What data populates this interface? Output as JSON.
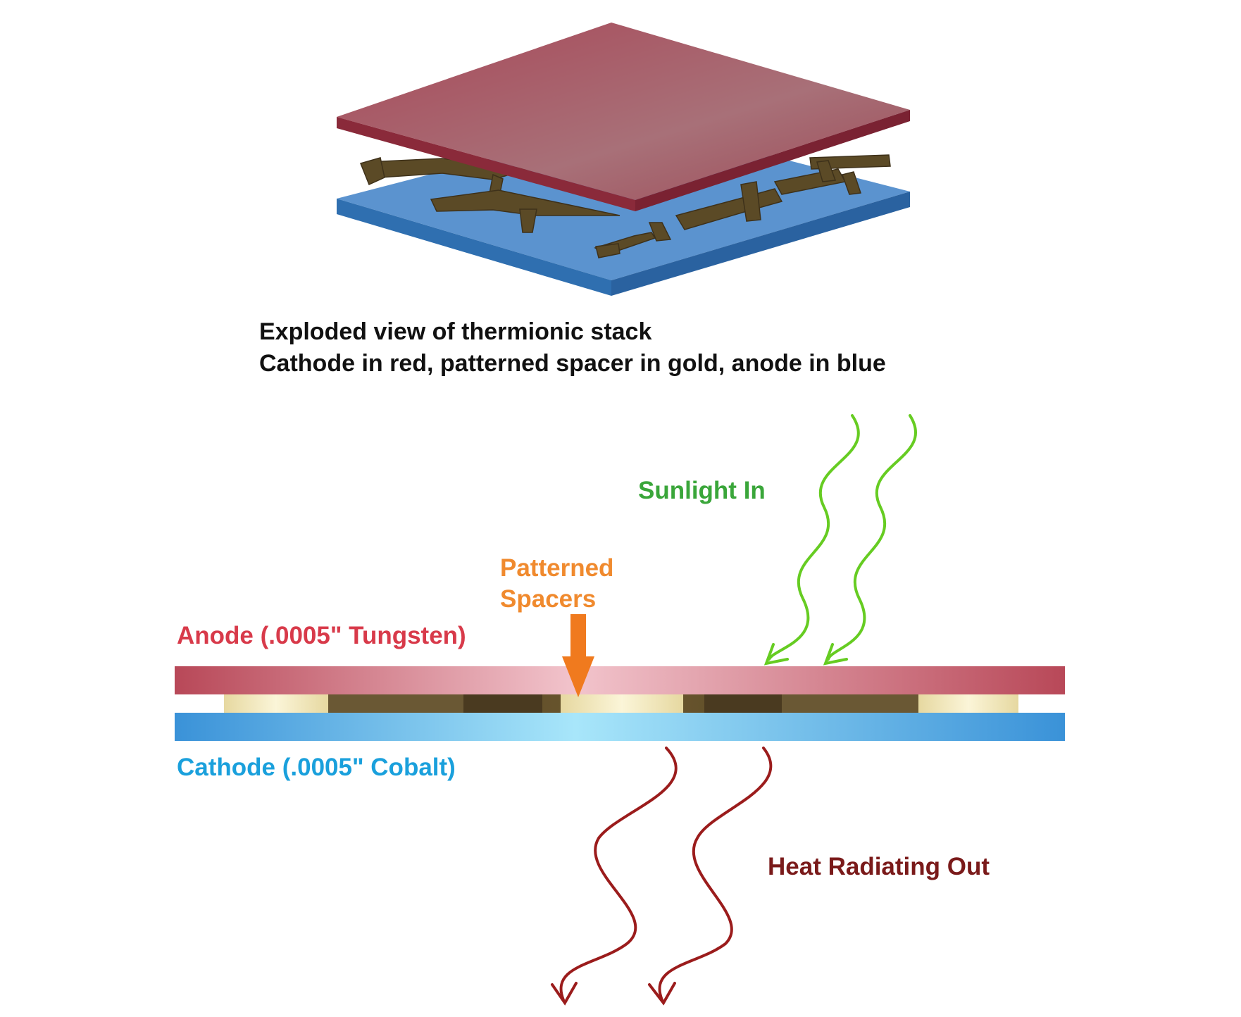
{
  "caption": {
    "line1": "Exploded view of thermionic stack",
    "line2": "Cathode in red, patterned spacer in gold, anode in blue"
  },
  "labels": {
    "sunlight": "Sunlight In",
    "patterned_line1": "Patterned",
    "patterned_line2": "Spacers",
    "anode": "Anode (.0005\" Tungsten)",
    "cathode": "Cathode (.0005\" Cobalt)",
    "heat": "Heat Radiating Out"
  },
  "colors": {
    "top_plate": "#a8505c",
    "bottom_plate": "#4e8fcc",
    "spacer": "#5b4a26",
    "anode_bar": "#c85a6a",
    "cathode_bar": "#4aa8e0",
    "spacer_light": "#f3ebc3",
    "spacer_dark": "#4a3a20",
    "sunlight_text": "#3aa63a",
    "sunlight_arrow": "#66cc22",
    "patterned_text": "#f08a2e",
    "anode_text": "#d83a4a",
    "cathode_text": "#1aa0dc",
    "heat_text": "#7a1a1a",
    "heat_arrow": "#9b1c1c"
  }
}
